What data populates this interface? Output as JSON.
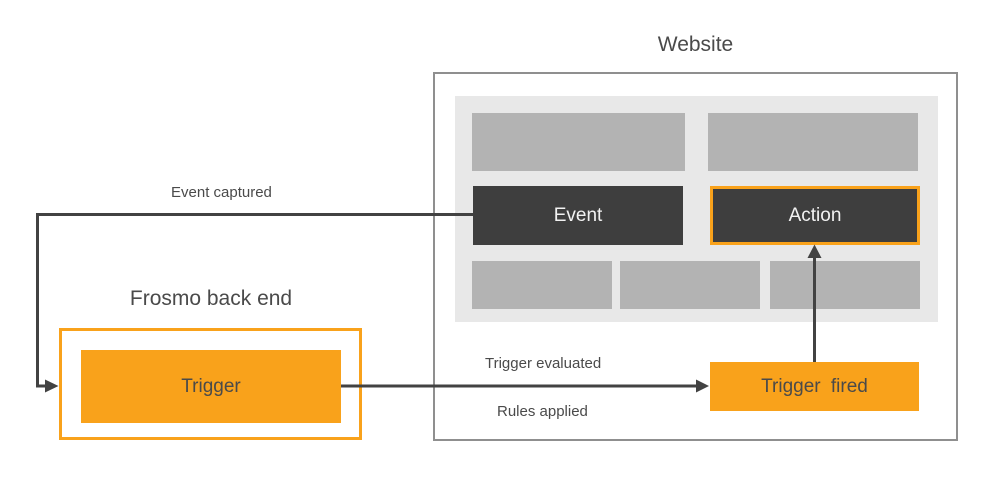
{
  "colors": {
    "orange": "#F9A21B",
    "dark-box": "#3E3E3E",
    "gray-block": "#B3B3B3",
    "panel": "#E8E8E8",
    "website-border": "#8F8F8F",
    "arrow": "#424242",
    "label-text": "#4A4A4A",
    "box-text-light": "#F2F2F2"
  },
  "frosmo": {
    "title": "Frosmo back end",
    "trigger_label": "Trigger"
  },
  "website": {
    "title": "Website",
    "event_label": "Event",
    "action_label": "Action",
    "trigger_fired_label": "Trigger fired"
  },
  "edge_labels": {
    "event_captured": "Event captured",
    "trigger_evaluated": "Trigger evaluated",
    "rules_applied": "Rules applied"
  }
}
